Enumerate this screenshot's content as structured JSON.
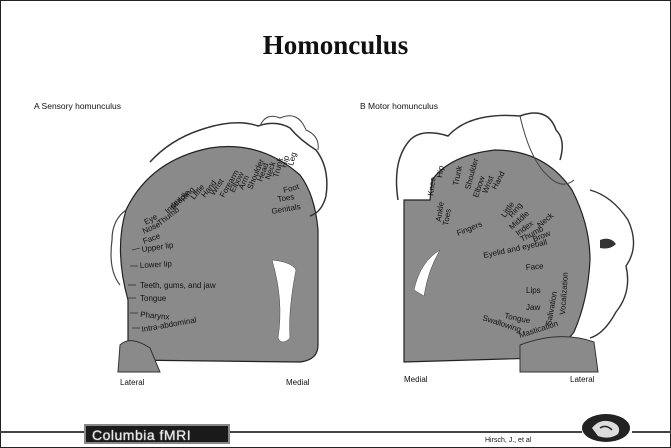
{
  "slide": {
    "title": "Homonculus",
    "credit": "Hirsch, J., et al"
  },
  "footer": {
    "badge": "Columbia  fMRI"
  },
  "panel_a": {
    "label": "A  Sensory homunculus",
    "lateral": "Lateral",
    "medial": "Medial",
    "parts": [
      "Genitals",
      "Toes",
      "Foot",
      "Leg",
      "Hip",
      "Trunk",
      "Neck",
      "Head",
      "Shoulder",
      "Arm",
      "Elbow",
      "Forearm",
      "Wrist",
      "Hand",
      "Little",
      "Ring",
      "Middle",
      "Index",
      "Thumb",
      "Eye",
      "Nose",
      "Face",
      "Upper lip",
      "Lower lip",
      "Teeth, gums, and jaw",
      "Tongue",
      "Pharynx",
      "Intra-abdominal"
    ]
  },
  "panel_b": {
    "label": "B  Motor homunculus",
    "lateral": "Lateral",
    "medial": "Medial",
    "parts": [
      "Toes",
      "Ankle",
      "Knee",
      "Hip",
      "Trunk",
      "Shoulder",
      "Elbow",
      "Wrist",
      "Hand",
      "Little",
      "Ring",
      "Middle",
      "Index",
      "Fingers",
      "Thumb",
      "Neck",
      "Brow",
      "Eyelid and eyeball",
      "Face",
      "Lips",
      "Jaw",
      "Tongue",
      "Swallowing",
      "Mastication",
      "Salivation",
      "Vocalization"
    ]
  }
}
